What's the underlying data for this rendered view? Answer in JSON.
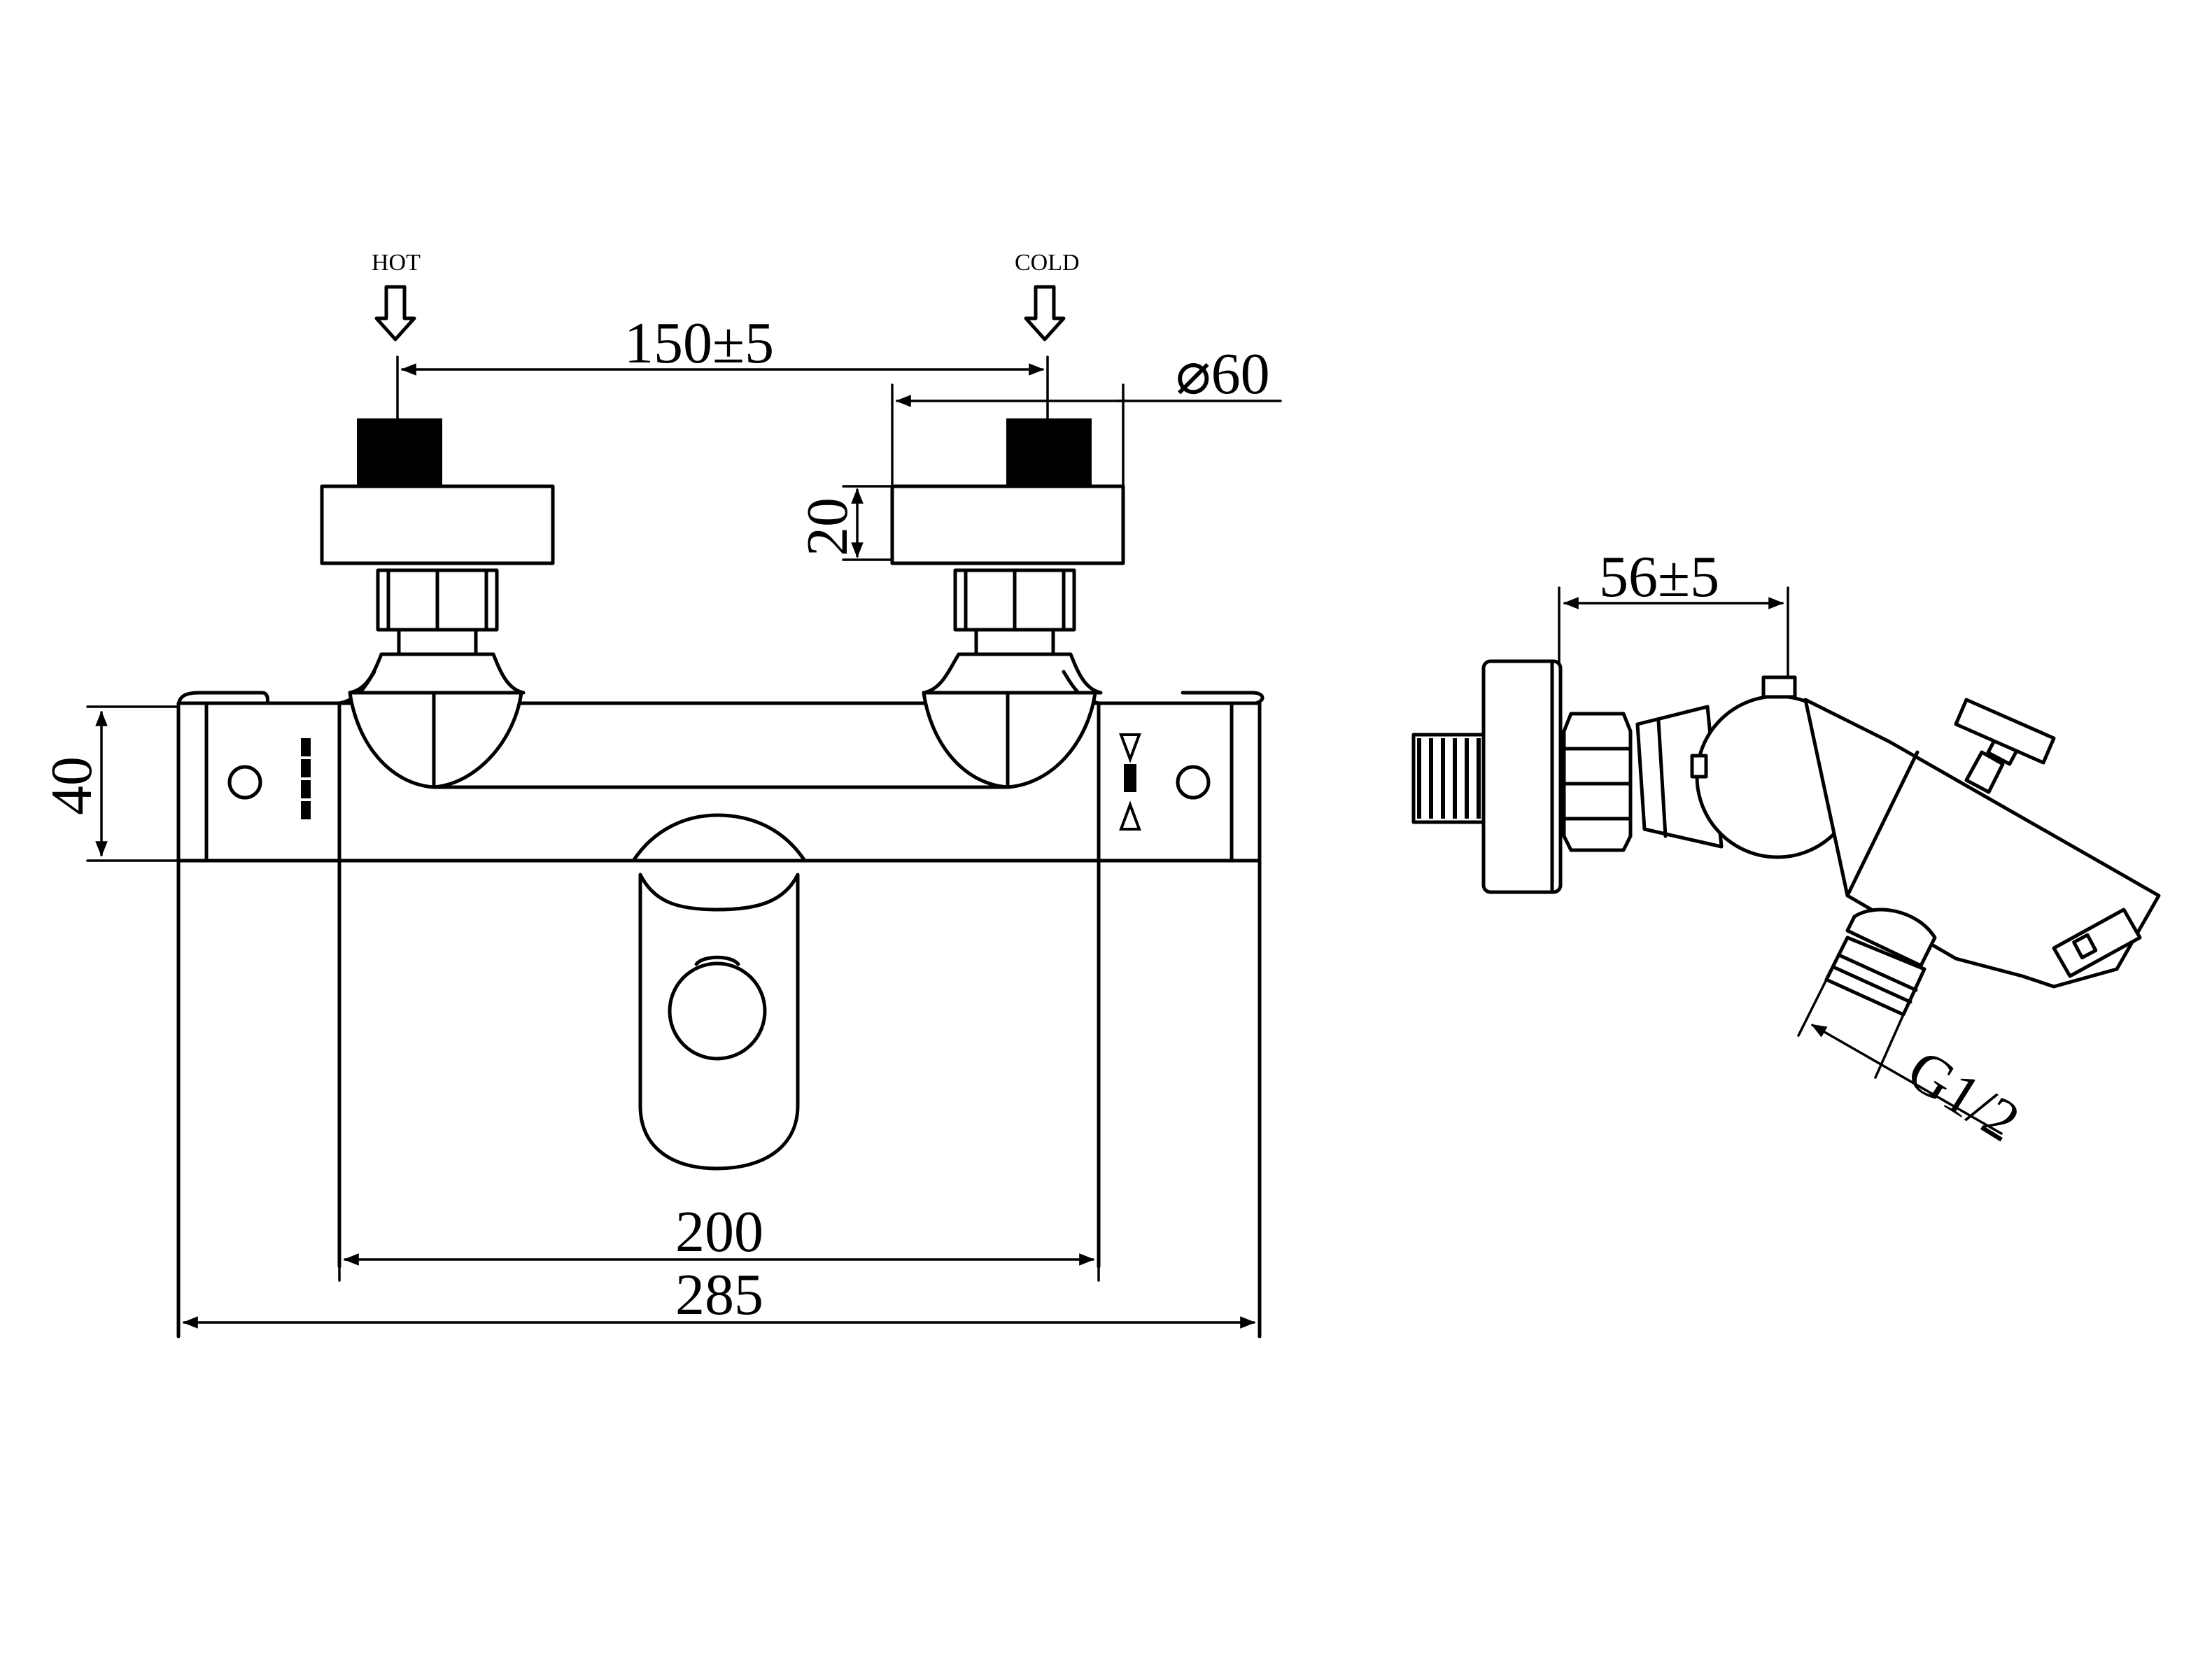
{
  "labels": {
    "hot": "HOT",
    "cold": "COLD"
  },
  "dimensions": {
    "inlet_spacing": "150±5",
    "escutcheon_diameter": "⌀60",
    "escutcheon_depth": "20",
    "body_height": "40",
    "inner_width": "200",
    "overall_width": "285",
    "wall_projection": "56±5",
    "outlet_thread": "G1/2"
  }
}
